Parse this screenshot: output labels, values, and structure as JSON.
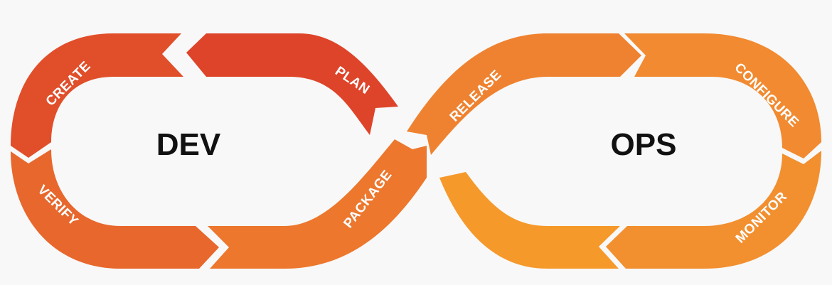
{
  "dev_label": "DEV",
  "ops_label": "OPS",
  "stages": {
    "plan": "PLAN",
    "create": "CREATE",
    "verify": "VERIFY",
    "package": "PACKAGE",
    "release": "RELEASE",
    "configure": "CONFIGURE",
    "monitor": "MONITOR"
  },
  "colors": {
    "plan": "#de4429",
    "create": "#e14e2a",
    "verify": "#e8672c",
    "package": "#ec772d",
    "release": "#ef8230",
    "configure": "#f18a30",
    "monitor": "#f28f2f",
    "ops_tail": "#f5992b",
    "background": "#f8f8f8",
    "text": "#111111"
  }
}
